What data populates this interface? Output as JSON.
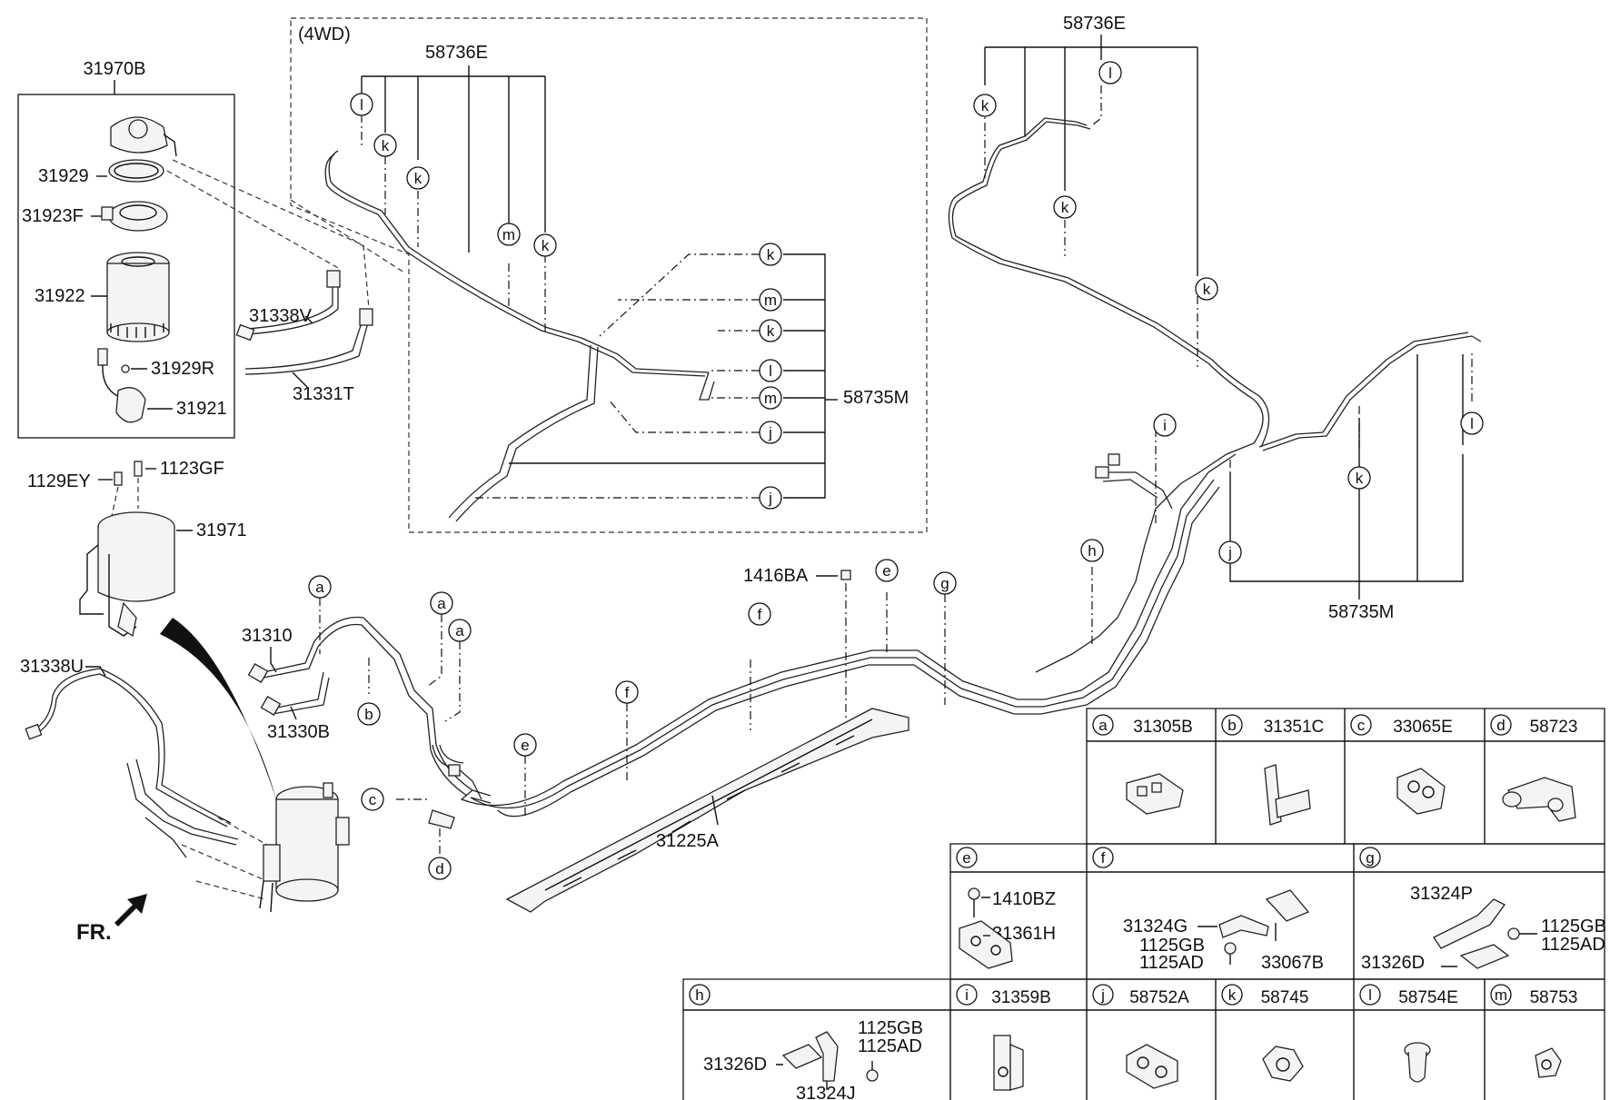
{
  "diagram": {
    "filter_box": {
      "title": "31970B",
      "parts": [
        "31929",
        "31923F",
        "31922",
        "31929R",
        "31921"
      ]
    },
    "four_wd_note": "(4WD)",
    "part_labels": {
      "p31338V": "31338V",
      "p31331T": "31331T",
      "p1129EY": "1129EY",
      "p1123GF": "1123GF",
      "p31971": "31971",
      "p31338U": "31338U",
      "p31310": "31310",
      "p31330B": "31330B",
      "p1416BA": "1416BA",
      "p31225A": "31225A",
      "p58736E_left": "58736E",
      "p58736E_right": "58736E",
      "p58735M_center": "58735M",
      "p58735M_right": "58735M"
    },
    "front_marker": "FR.",
    "callouts": {
      "left": [
        "l",
        "k",
        "k",
        "m",
        "k"
      ],
      "center": [
        "k",
        "m",
        "k",
        "l",
        "m",
        "j",
        "j"
      ],
      "right_top": [
        "l",
        "k",
        "k",
        "k"
      ],
      "right_bottom": [
        "i",
        "h",
        "j",
        "k",
        "l"
      ],
      "lines": [
        "a",
        "a",
        "a",
        "b",
        "c",
        "d",
        "e",
        "e",
        "f",
        "f",
        "g"
      ]
    },
    "legend": [
      {
        "letter": "a",
        "part": "31305B"
      },
      {
        "letter": "b",
        "part": "31351C"
      },
      {
        "letter": "c",
        "part": "33065E"
      },
      {
        "letter": "d",
        "part": "58723"
      },
      {
        "letter": "e",
        "part": "",
        "subparts": [
          "1410BZ",
          "31361H"
        ]
      },
      {
        "letter": "f",
        "part": "",
        "subparts": [
          "31324G",
          "1125GB",
          "1125AD",
          "33067B"
        ]
      },
      {
        "letter": "g",
        "part": "",
        "subparts": [
          "31324P",
          "1125GB",
          "1125AD",
          "31326D"
        ]
      },
      {
        "letter": "h",
        "part": "",
        "subparts": [
          "1125GB",
          "1125AD",
          "31326D",
          "31324J"
        ]
      },
      {
        "letter": "i",
        "part": "31359B"
      },
      {
        "letter": "j",
        "part": "58752A"
      },
      {
        "letter": "k",
        "part": "58745"
      },
      {
        "letter": "l",
        "part": "58754E"
      },
      {
        "letter": "m",
        "part": "58753"
      }
    ]
  }
}
